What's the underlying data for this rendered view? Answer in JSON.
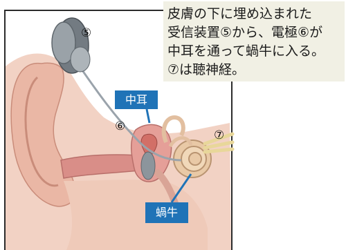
{
  "caption": {
    "lines": [
      "皮膚の下に埋め込まれた",
      "受信装置⑤から、電極⑥が",
      "中耳を通って蝸牛に入る。",
      "⑦は聴神経。"
    ]
  },
  "labels": {
    "middle_ear": "中耳",
    "cochlea": "蝸牛",
    "receiver_number": "⑤",
    "electrode_number": "⑥",
    "nerve_number": "⑦"
  },
  "colors": {
    "label_fill": "#1f73b7",
    "caption_bg": "#f1f0e4",
    "skin": "#eec3b3",
    "canal": "#d98e88",
    "nerve": "#e8d79a"
  }
}
